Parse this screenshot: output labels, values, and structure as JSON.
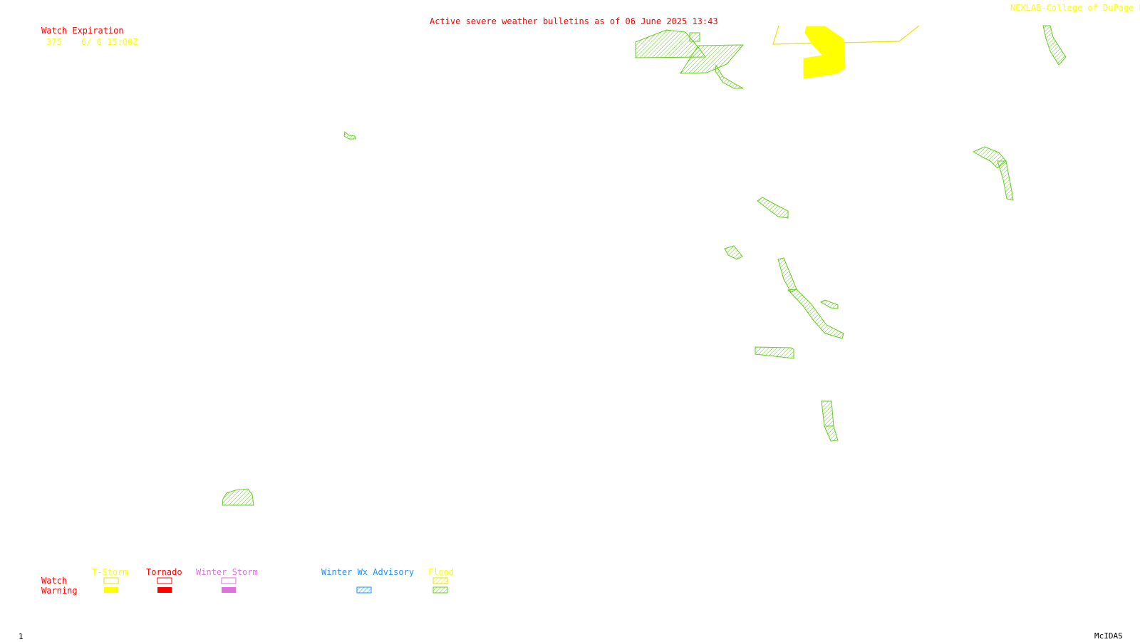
{
  "header": {
    "title": "Active severe weather bulletins as of 06 June 2025 13:43",
    "credit": "NEXLAB-College of DuPage R"
  },
  "watch_expiration": {
    "heading": "Watch Expiration",
    "rows": [
      {
        "number": "375",
        "expires": "6/ 6 15:00Z"
      }
    ]
  },
  "legend": {
    "row_labels": {
      "watch": "Watch",
      "warning": "Warning"
    },
    "categories": [
      {
        "name": "T-Storm",
        "color": "#ffff00"
      },
      {
        "name": "Tornado",
        "color": "#ff0000"
      },
      {
        "name": "Winter Storm",
        "color": "#e070e0"
      },
      {
        "name": "Winter Wx Advisory",
        "color": "#1e90ff"
      },
      {
        "name": "Flood",
        "color": "#66cc22"
      }
    ]
  },
  "footer": {
    "frame_number": "1",
    "software": "McIDAS"
  },
  "colors": {
    "title_red": "#ff0000",
    "credit_yellow": "#ffff00",
    "flood_green": "#66cc22",
    "tstorm_warning_fill": "#ffff00",
    "watch_outline": "#e6e600"
  },
  "map_features": {
    "flood_areas": 18,
    "tstorm_warnings": 1,
    "tstorm_watches": 1
  }
}
